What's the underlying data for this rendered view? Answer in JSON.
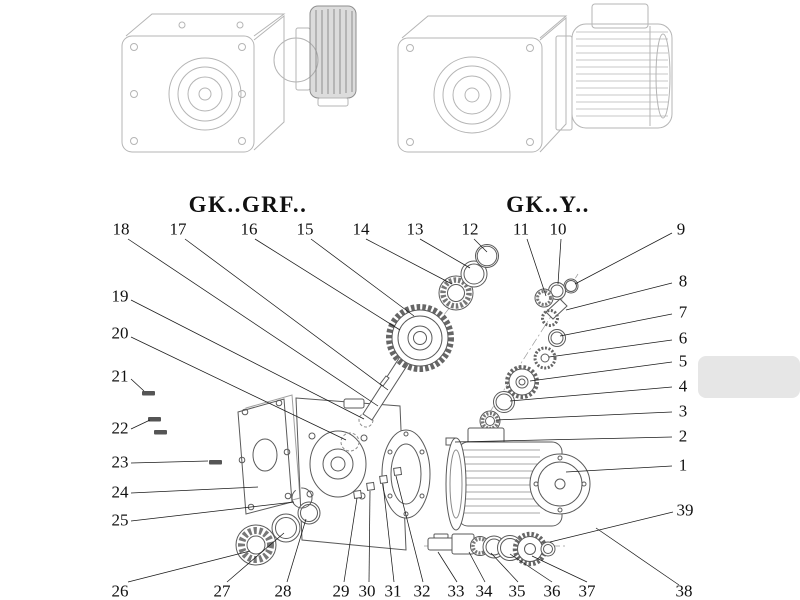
{
  "titles": {
    "left": "GK..GRF..",
    "right": "GK..Y.."
  },
  "callouts": [
    "1",
    "2",
    "3",
    "4",
    "5",
    "6",
    "7",
    "8",
    "9",
    "10",
    "11",
    "12",
    "13",
    "14",
    "15",
    "16",
    "17",
    "18",
    "19",
    "20",
    "21",
    "22",
    "23",
    "24",
    "25",
    "26",
    "27",
    "28",
    "29",
    "30",
    "31",
    "32",
    "33",
    "34",
    "35",
    "36",
    "37",
    "38",
    "39"
  ]
}
